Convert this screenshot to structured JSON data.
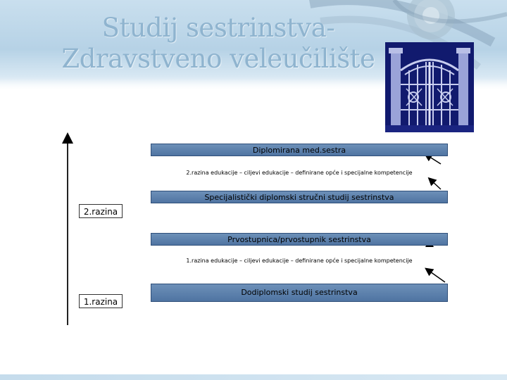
{
  "slide": {
    "title": "Studij sestrinstva-Zdravstveno veleučilište"
  },
  "diagram": {
    "bars": [
      {
        "label": "Diplomirana med.sestra"
      },
      {
        "label": "Specijalistički diplomski stručni studij sestrinstva"
      },
      {
        "label": "Prvostupnica/prvostupnik sestrinstva"
      },
      {
        "label": "Dodiplomski studij sestrinstva"
      }
    ],
    "notes": [
      {
        "text": "2.razina edukacije – ciljevi edukacije – definirane opće i specijalne kompetencije"
      },
      {
        "text": "1.razina edukacije – ciljevi edukacije – definirane opće i specijalne kompetencije"
      }
    ],
    "levels": [
      {
        "label": "2.razina"
      },
      {
        "label": "1.razina"
      }
    ]
  },
  "colors": {
    "bar_fill": "#5a7eab",
    "logo_bg": "#111a6e",
    "title": "#8fb4cf"
  }
}
